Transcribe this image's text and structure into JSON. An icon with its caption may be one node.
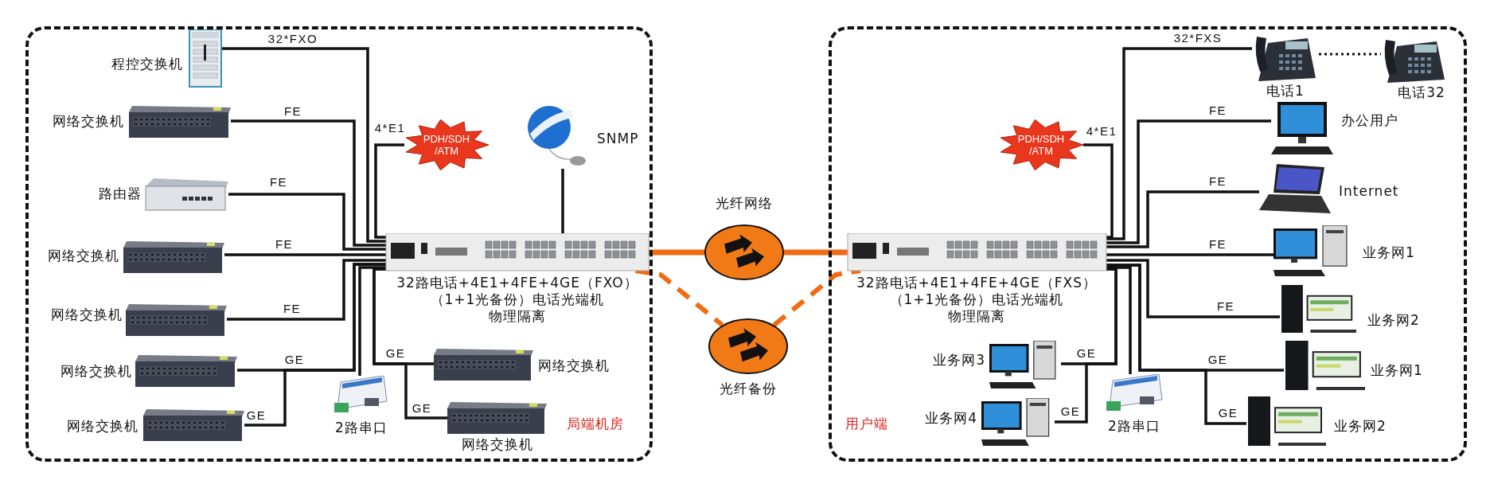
{
  "diagram": {
    "nodes": [
      {
        "text": [
          "局端机房"
        ]
      },
      {
        "text": [
          "程控交换机"
        ],
        "in": 0
      },
      {
        "text": [
          "网络交换机"
        ],
        "in": 0
      },
      {
        "text": [
          "路由器"
        ],
        "in": 0
      },
      {
        "text": [
          "网络交换机"
        ],
        "in": 0
      },
      {
        "text": [
          "网络交换机"
        ],
        "in": 0
      },
      {
        "text": [
          "网络交换机"
        ],
        "in": 0
      },
      {
        "text": [
          "网络交换机"
        ],
        "in": 0
      },
      {
        "text": [
          "PDH/SDH /ATM"
        ],
        "in": 0
      },
      {
        "text": [
          "SNMP"
        ],
        "in": 0
      },
      {
        "text": [
          "32路电话+4E1+4FE+4GE（FXO）",
          "（1+1光备份）电话光端机",
          "物理隔离"
        ],
        "in": 0
      },
      {
        "text": [
          "2路串口"
        ],
        "in": 0
      },
      {
        "text": [
          "网络交换机"
        ],
        "in": 0
      },
      {
        "text": [
          "网络交换机"
        ],
        "in": 0
      },
      {
        "text": [
          "光纤网络"
        ]
      },
      {
        "text": [
          "光纤备份"
        ]
      },
      {
        "text": [
          "用户端"
        ]
      },
      {
        "text": [
          "32路电话+4E1+4FE+4GE（FXS）",
          "（1+1光备份）电话光端机",
          "物理隔离"
        ],
        "in": 16
      },
      {
        "text": [
          "PDH/SDH /ATM"
        ],
        "in": 16
      },
      {
        "text": [
          "电话1"
        ],
        "in": 16
      },
      {
        "text": [
          "电话32"
        ],
        "in": 16
      },
      {
        "text": [
          "办公用户"
        ],
        "in": 16
      },
      {
        "text": [
          "Internet"
        ],
        "in": 16
      },
      {
        "text": [
          "业务网1"
        ],
        "in": 16
      },
      {
        "text": [
          "业务网2"
        ],
        "in": 16
      },
      {
        "text": [
          "业务网1"
        ],
        "in": 16
      },
      {
        "text": [
          "业务网2"
        ],
        "in": 16
      },
      {
        "text": [
          "业务网3"
        ],
        "in": 16
      },
      {
        "text": [
          "业务网4"
        ],
        "in": 16
      },
      {
        "text": [
          "2路串口"
        ],
        "in": 16
      }
    ],
    "edges": [
      {
        "from": 1,
        "to": 10,
        "arrow": "none",
        "label": "32*FXO"
      },
      {
        "from": 2,
        "to": 10,
        "arrow": "none",
        "label": "FE"
      },
      {
        "from": 3,
        "to": 10,
        "arrow": "none",
        "label": "FE"
      },
      {
        "from": 4,
        "to": 10,
        "arrow": "none",
        "label": "FE"
      },
      {
        "from": 5,
        "to": 10,
        "arrow": "none",
        "label": "FE"
      },
      {
        "from": 6,
        "to": 10,
        "arrow": "none",
        "label": "GE"
      },
      {
        "from": 7,
        "to": 10,
        "arrow": "none",
        "label": "GE"
      },
      {
        "from": 8,
        "to": 10,
        "arrow": "none",
        "label": "4*E1"
      },
      {
        "from": 9,
        "to": 10,
        "arrow": "none"
      },
      {
        "from": 11,
        "to": 10,
        "arrow": "none"
      },
      {
        "from": 12,
        "to": 10,
        "arrow": "none",
        "label": "GE"
      },
      {
        "from": 13,
        "to": 10,
        "arrow": "none",
        "label": "GE"
      },
      {
        "from": 10,
        "to": 14,
        "arrow": "none",
        "style": "thick",
        "color": "#f26a12"
      },
      {
        "from": 14,
        "to": 17,
        "arrow": "none",
        "style": "thick",
        "color": "#f26a12"
      },
      {
        "from": 10,
        "to": 15,
        "arrow": "none",
        "style": "dashed",
        "color": "#f26a12"
      },
      {
        "from": 15,
        "to": 17,
        "arrow": "none",
        "style": "dashed",
        "color": "#f26a12"
      },
      {
        "from": 17,
        "to": 19,
        "arrow": "none",
        "label": "32*FXS"
      },
      {
        "from": 19,
        "to": 20,
        "arrow": "none",
        "style": "dashed"
      },
      {
        "from": 17,
        "to": 18,
        "arrow": "none",
        "label": "4*E1"
      },
      {
        "from": 17,
        "to": 21,
        "arrow": "none",
        "label": "FE"
      },
      {
        "from": 17,
        "to": 22,
        "arrow": "none",
        "label": "FE"
      },
      {
        "from": 17,
        "to": 23,
        "arrow": "none",
        "label": "FE"
      },
      {
        "from": 17,
        "to": 24,
        "arrow": "none",
        "label": "FE"
      },
      {
        "from": 17,
        "to": 25,
        "arrow": "none",
        "label": "GE"
      },
      {
        "from": 17,
        "to": 26,
        "arrow": "none",
        "label": "GE"
      },
      {
        "from": 17,
        "to": 27,
        "arrow": "none",
        "label": "GE"
      },
      {
        "from": 17,
        "to": 28,
        "arrow": "none",
        "label": "GE"
      },
      {
        "from": 17,
        "to": 29,
        "arrow": "none"
      }
    ]
  }
}
